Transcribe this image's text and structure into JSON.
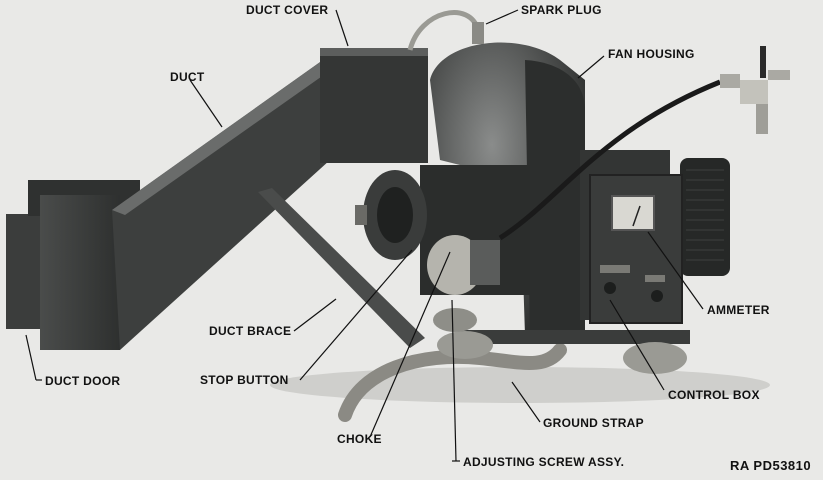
{
  "callouts": {
    "duct_cover": "DUCT COVER",
    "spark_plug": "SPARK PLUG",
    "fan_housing": "FAN HOUSING",
    "duct": "DUCT",
    "ammeter": "AMMETER",
    "duct_brace": "DUCT BRACE",
    "duct_door": "DUCT DOOR",
    "stop_button": "STOP BUTTON",
    "control_box": "CONTROL BOX",
    "ground_strap": "GROUND STRAP",
    "choke": "CHOKE",
    "adjusting_screw": "ADJUSTING SCREW ASSY."
  },
  "reference": "RA PD53810"
}
